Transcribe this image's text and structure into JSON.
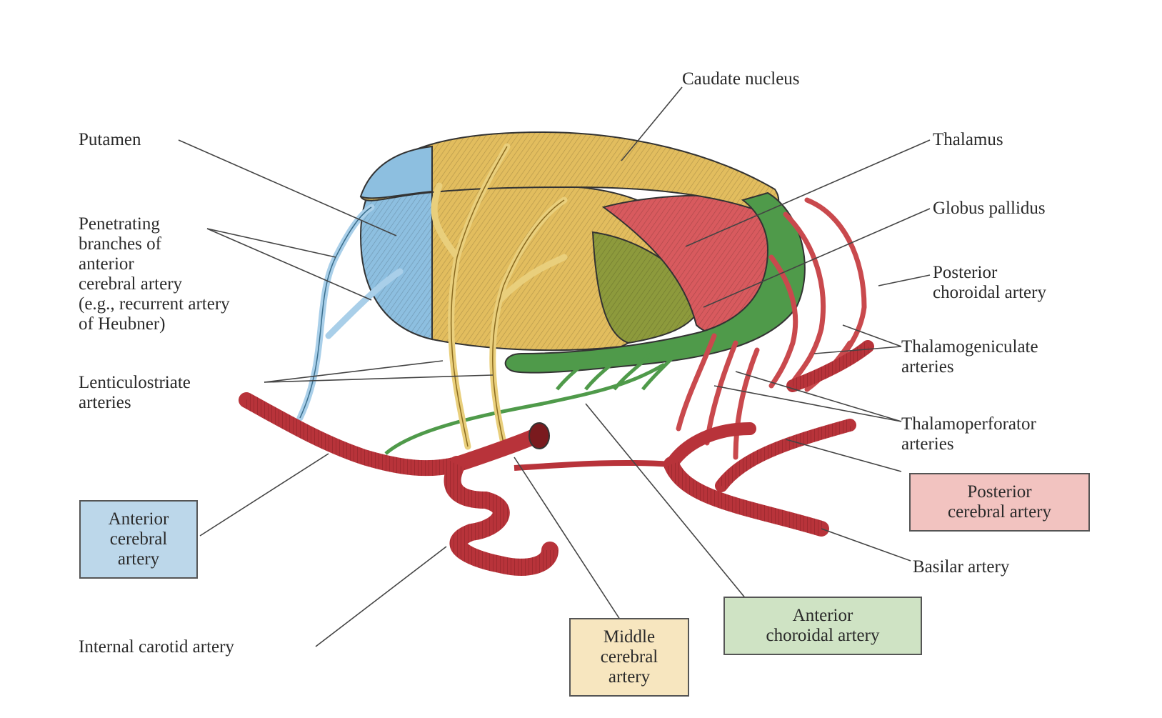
{
  "labels": {
    "caudate_nucleus": "Caudate nucleus",
    "putamen": "Putamen",
    "thalamus": "Thalamus",
    "globus_pallidus": "Globus pallidus",
    "penetrating_branches": "Penetrating\nbranches of\nanterior\ncerebral artery\n(e.g., recurrent artery\nof Heubner)",
    "posterior_choroidal": "Posterior\nchoroidal artery",
    "thalamogeniculate": "Thalamogeniculate\narteries",
    "lenticulostriate": "Lenticulostriate\narteries",
    "thalamoperforator": "Thalamoperforator\narteries",
    "basilar": "Basilar artery",
    "internal_carotid": "Internal carotid artery"
  },
  "boxes": {
    "anterior_cerebral": "Anterior\ncerebral\nartery",
    "middle_cerebral": "Middle\ncerebral\nartery",
    "anterior_choroidal": "Anterior\nchoroidal artery",
    "posterior_cerebral": "Posterior\ncerebral artery"
  },
  "colors": {
    "anterior_cerebral": "#bcd7ea",
    "middle_cerebral": "#f7e6bf",
    "anterior_choroidal": "#cfe3c4",
    "posterior_cerebral": "#f2c3c0",
    "artery_red": "#b8333a",
    "caudate_yellow": "#e2bd5e",
    "putamen_blue": "#8dbfe0",
    "thalamus_red": "#d85a5e",
    "choroidal_green": "#4f9a4a",
    "pallidus_olive": "#8d9a3c"
  }
}
